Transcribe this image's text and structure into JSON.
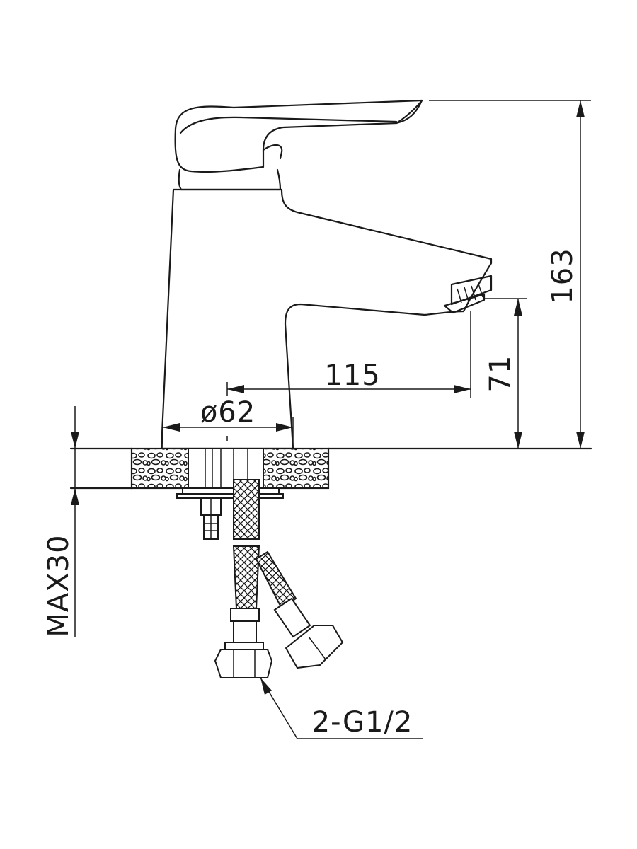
{
  "dimensions": {
    "height_total": "163",
    "spout_height": "71",
    "spout_reach": "115",
    "base_diameter": "ø62",
    "max_thickness": "MAX30",
    "connection": "2-G1/2"
  }
}
